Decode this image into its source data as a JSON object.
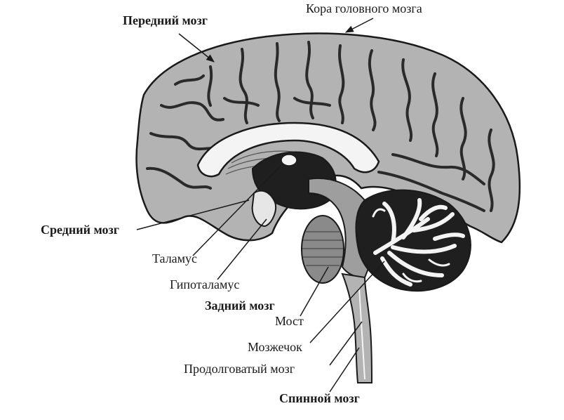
{
  "labels": {
    "forebrain": "Передний мозг",
    "cortex": "Кора головного мозга",
    "midbrain": "Средний мозг",
    "thalamus": "Таламус",
    "hypothalamus": "Гипоталамус",
    "hindbrain": "Задний мозг",
    "pons": "Мост",
    "cerebellum": "Мозжечок",
    "medulla": "Продолговатый мозг",
    "spinal_cord": "Спинной мозг"
  },
  "colors": {
    "ink": "#1a1a1a",
    "tissue": "#b3b3b3",
    "tissue_light": "#cfcfcf",
    "tissue_dark": "#2a2a2a",
    "white_matter": "#f4f4f4"
  }
}
